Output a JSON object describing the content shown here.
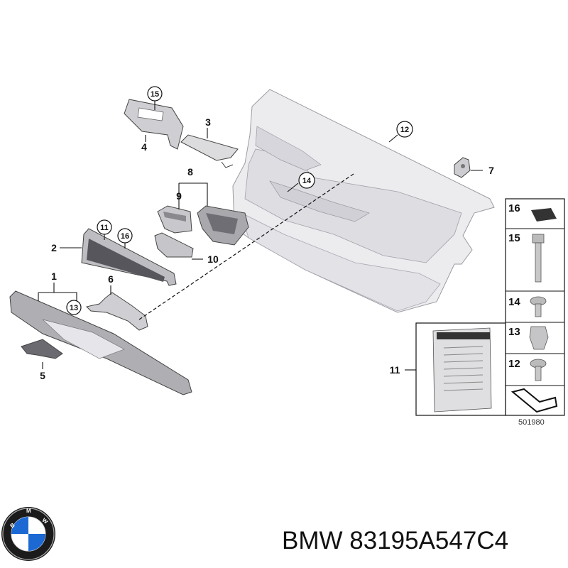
{
  "callouts": {
    "c15": "15",
    "c3": "3",
    "c4": "4",
    "c12": "12",
    "c7": "7",
    "c8": "8",
    "c9": "9",
    "c14": "14",
    "c11": "11",
    "c16": "16",
    "c2": "2",
    "c10": "10",
    "c1": "1",
    "c6": "6",
    "c13": "13",
    "c5": "5",
    "c11b": "11"
  },
  "side_panel": {
    "items": [
      {
        "num": "16",
        "icon": "felt-pad-icon"
      },
      {
        "num": "15",
        "icon": "bolt-icon"
      },
      {
        "num": "14",
        "icon": "screw-icon"
      },
      {
        "num": "13",
        "icon": "clip-icon"
      },
      {
        "num": "12",
        "icon": "screw-icon"
      },
      {
        "num": "",
        "icon": "l-bracket-icon"
      }
    ]
  },
  "reference_code": "501980",
  "brand": {
    "logo_letters": "BMW",
    "part_number_text": "BMW 83195A547C4"
  },
  "colors": {
    "part_fill": "#d2d2d2",
    "panel_fill": "#e9e9ec",
    "line": "#111111"
  }
}
